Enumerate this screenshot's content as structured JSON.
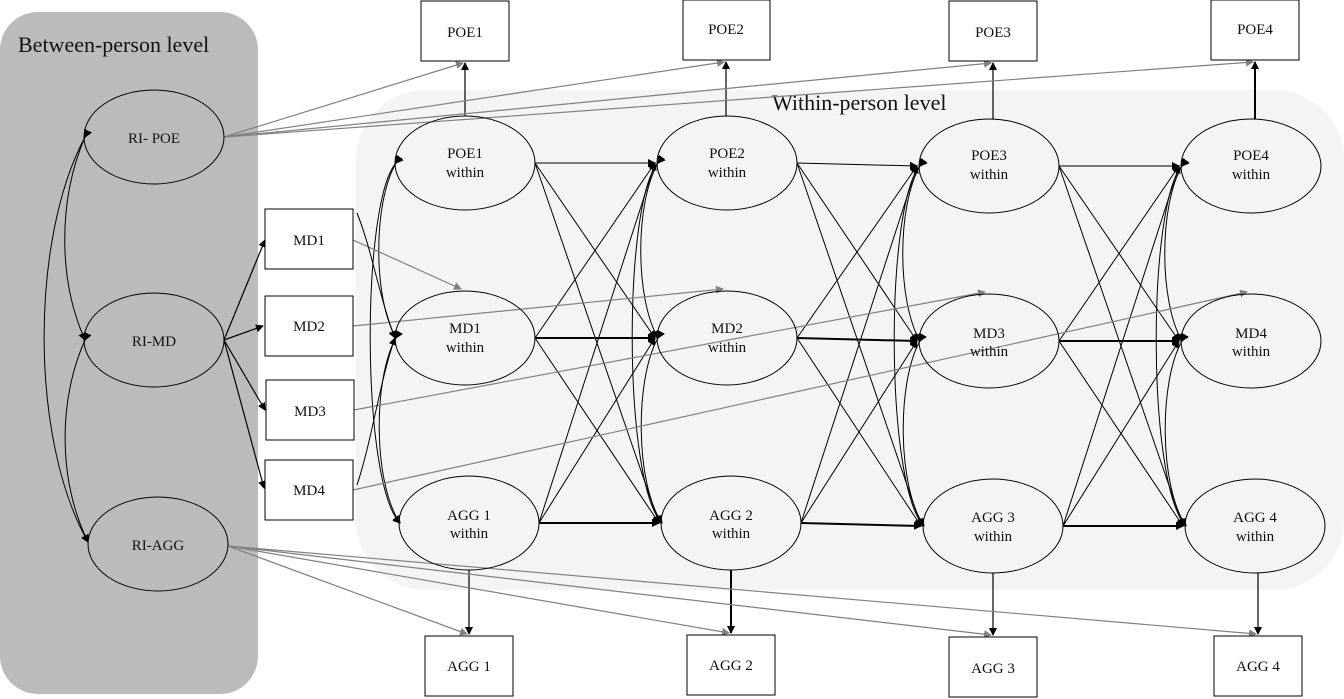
{
  "panels": {
    "between": {
      "label": "Between-person level",
      "fill": "#bbbbbb"
    },
    "within": {
      "label": "Within-person level",
      "fill": "#f4f4f4"
    }
  },
  "colors": {
    "path": "#000000",
    "loading": "#808080"
  },
  "random_intercepts": [
    {
      "id": "ri_poe",
      "label": "RI- POE"
    },
    {
      "id": "ri_md",
      "label": "RI-MD"
    },
    {
      "id": "ri_agg",
      "label": "RI-AGG"
    }
  ],
  "observed_top": [
    {
      "id": "poe1",
      "label": "POE1"
    },
    {
      "id": "poe2",
      "label": "POE2"
    },
    {
      "id": "poe3",
      "label": "POE3"
    },
    {
      "id": "poe4",
      "label": "POE4"
    }
  ],
  "observed_md": [
    {
      "id": "md1",
      "label": "MD1"
    },
    {
      "id": "md2",
      "label": "MD2"
    },
    {
      "id": "md3",
      "label": "MD3"
    },
    {
      "id": "md4",
      "label": "MD4"
    }
  ],
  "observed_bottom": [
    {
      "id": "agg1",
      "label": "AGG 1"
    },
    {
      "id": "agg2",
      "label": "AGG 2"
    },
    {
      "id": "agg3",
      "label": "AGG 3"
    },
    {
      "id": "agg4",
      "label": "AGG 4"
    }
  ],
  "within_nodes": [
    [
      {
        "id": "wpoe1",
        "line1": "POE1",
        "line2": "within"
      },
      {
        "id": "wpoe2",
        "line1": "POE2",
        "line2": "within"
      },
      {
        "id": "wpoe3",
        "line1": "POE3",
        "line2": "within"
      },
      {
        "id": "wpoe4",
        "line1": "POE4",
        "line2": "within"
      }
    ],
    [
      {
        "id": "wmd1",
        "line1": "MD1",
        "line2": "within"
      },
      {
        "id": "wmd2",
        "line1": "MD2",
        "line2": "within"
      },
      {
        "id": "wmd3",
        "line1": "MD3",
        "line2": "within"
      },
      {
        "id": "wmd4",
        "line1": "MD4",
        "line2": "within"
      }
    ],
    [
      {
        "id": "wagg1",
        "line1": "AGG 1",
        "line2": "within"
      },
      {
        "id": "wagg2",
        "line1": "AGG 2",
        "line2": "within"
      },
      {
        "id": "wagg3",
        "line1": "AGG 3",
        "line2": "within"
      },
      {
        "id": "wagg4",
        "line1": "AGG  4",
        "line2": "within"
      }
    ]
  ]
}
